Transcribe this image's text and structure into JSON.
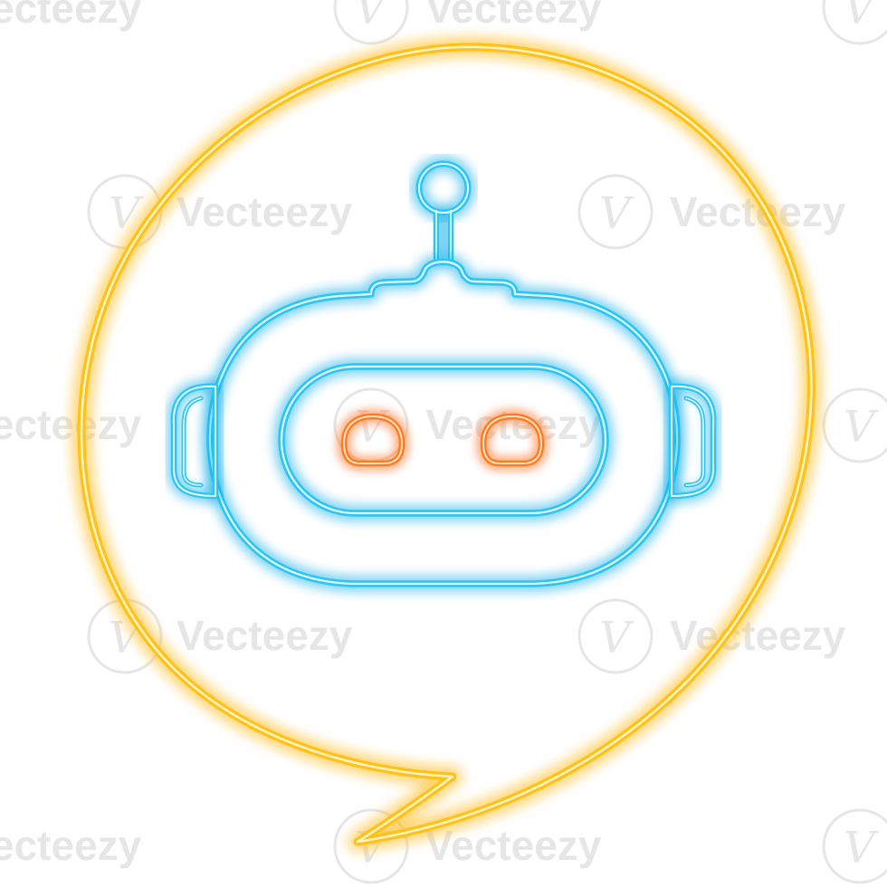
{
  "icon": {
    "name": "neon-chatbot-speech-bubble",
    "colors": {
      "bubble_core": "#fff3c8",
      "bubble_glow": "#ffb300",
      "bubble_line": "#ffc21a",
      "robot_core": "#e4fbff",
      "robot_glow": "#00a8e8",
      "robot_line": "#2cc6f5",
      "eye_core": "#ffe2cc",
      "eye_glow": "#ff5a00",
      "eye_line": "#ff7a1a",
      "background": "#ffffff"
    }
  },
  "watermark": {
    "text": "Vecteezy",
    "partial_text": "ecteezy",
    "logo_glyph": "V",
    "color": "#c8c8c8"
  }
}
